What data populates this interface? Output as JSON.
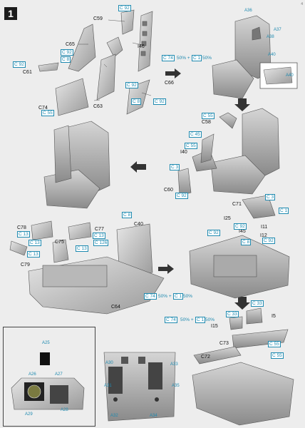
{
  "step": {
    "number": "1"
  },
  "page_number": "4",
  "labels": {
    "c59": "C59",
    "i46": "I46",
    "c65": "C65",
    "c61": "C61",
    "c66": "C66",
    "c74": "C74",
    "c63": "C63",
    "c58": "C58",
    "i40": "I40",
    "c60": "C60",
    "c71": "C71",
    "i25": "I25",
    "i11": "I11",
    "i45": "I45",
    "i12": "I12",
    "c78": "C78",
    "c77": "C77",
    "c75": "C75",
    "c79": "C79",
    "c40": "C40",
    "c64": "C64",
    "i5": "I5",
    "i15": "I15",
    "c73": "C73",
    "c72": "C72"
  },
  "color_refs": {
    "s1_c92_top": "C 92",
    "s1_c92_a": "C 92",
    "s1_c8_a": "C 8",
    "s1_c92_b": "C 92",
    "s1_c74": "C 74",
    "s1_mix_1": "50% +",
    "s1_c1": "C 1",
    "s1_mix_2": "50%",
    "s1_c92_c": "C 92",
    "s1_c8_b": "C 8",
    "s1_c92_d": "C 92",
    "s1_c55": "C 55",
    "s3_c55": "C 55",
    "s3_c45": "C 45",
    "s3_c55b": "C 55",
    "s3_c3": "C 3",
    "s3_c92": "C 92",
    "s4_c3": "C 3",
    "s4_c1": "C 1",
    "s4_c92a": "C 92",
    "s4_c92b": "C 92",
    "s4_c8": "C 8",
    "s4_c92c": "C 92",
    "s5_c8": "C 8",
    "s5_c13a": "C 13",
    "s5_c13b": "C 13",
    "s5_c13c": "C 13",
    "s5_c13d": "C 13",
    "s5_c13e": "C 13",
    "s5_c126": "C 126",
    "s5_c74": "C 74",
    "s5_mix_1": "50% +",
    "s5_c1": "C 1",
    "s5_mix_2": "50%",
    "s6_c33a": "C 33",
    "s6_c33b": "C 33",
    "s6_c74": "C 74",
    "s6_mix_1": "50% +",
    "s6_c1": "C 1",
    "s6_mix_2": "50%",
    "s6_c55a": "C 55",
    "s6_c55b": "C 55"
  },
  "decal_refs": {
    "a36_top": "A36",
    "a37": "A37",
    "a38": "A38",
    "a40": "A40",
    "a40_inset": "A40",
    "a25": "A25",
    "a26": "A26",
    "a27": "A27",
    "a28": "A28",
    "a29": "A29",
    "a30": "A30",
    "a33": "A33",
    "a31": "A31",
    "a35": "A35",
    "a32": "A32",
    "a34": "A34"
  }
}
